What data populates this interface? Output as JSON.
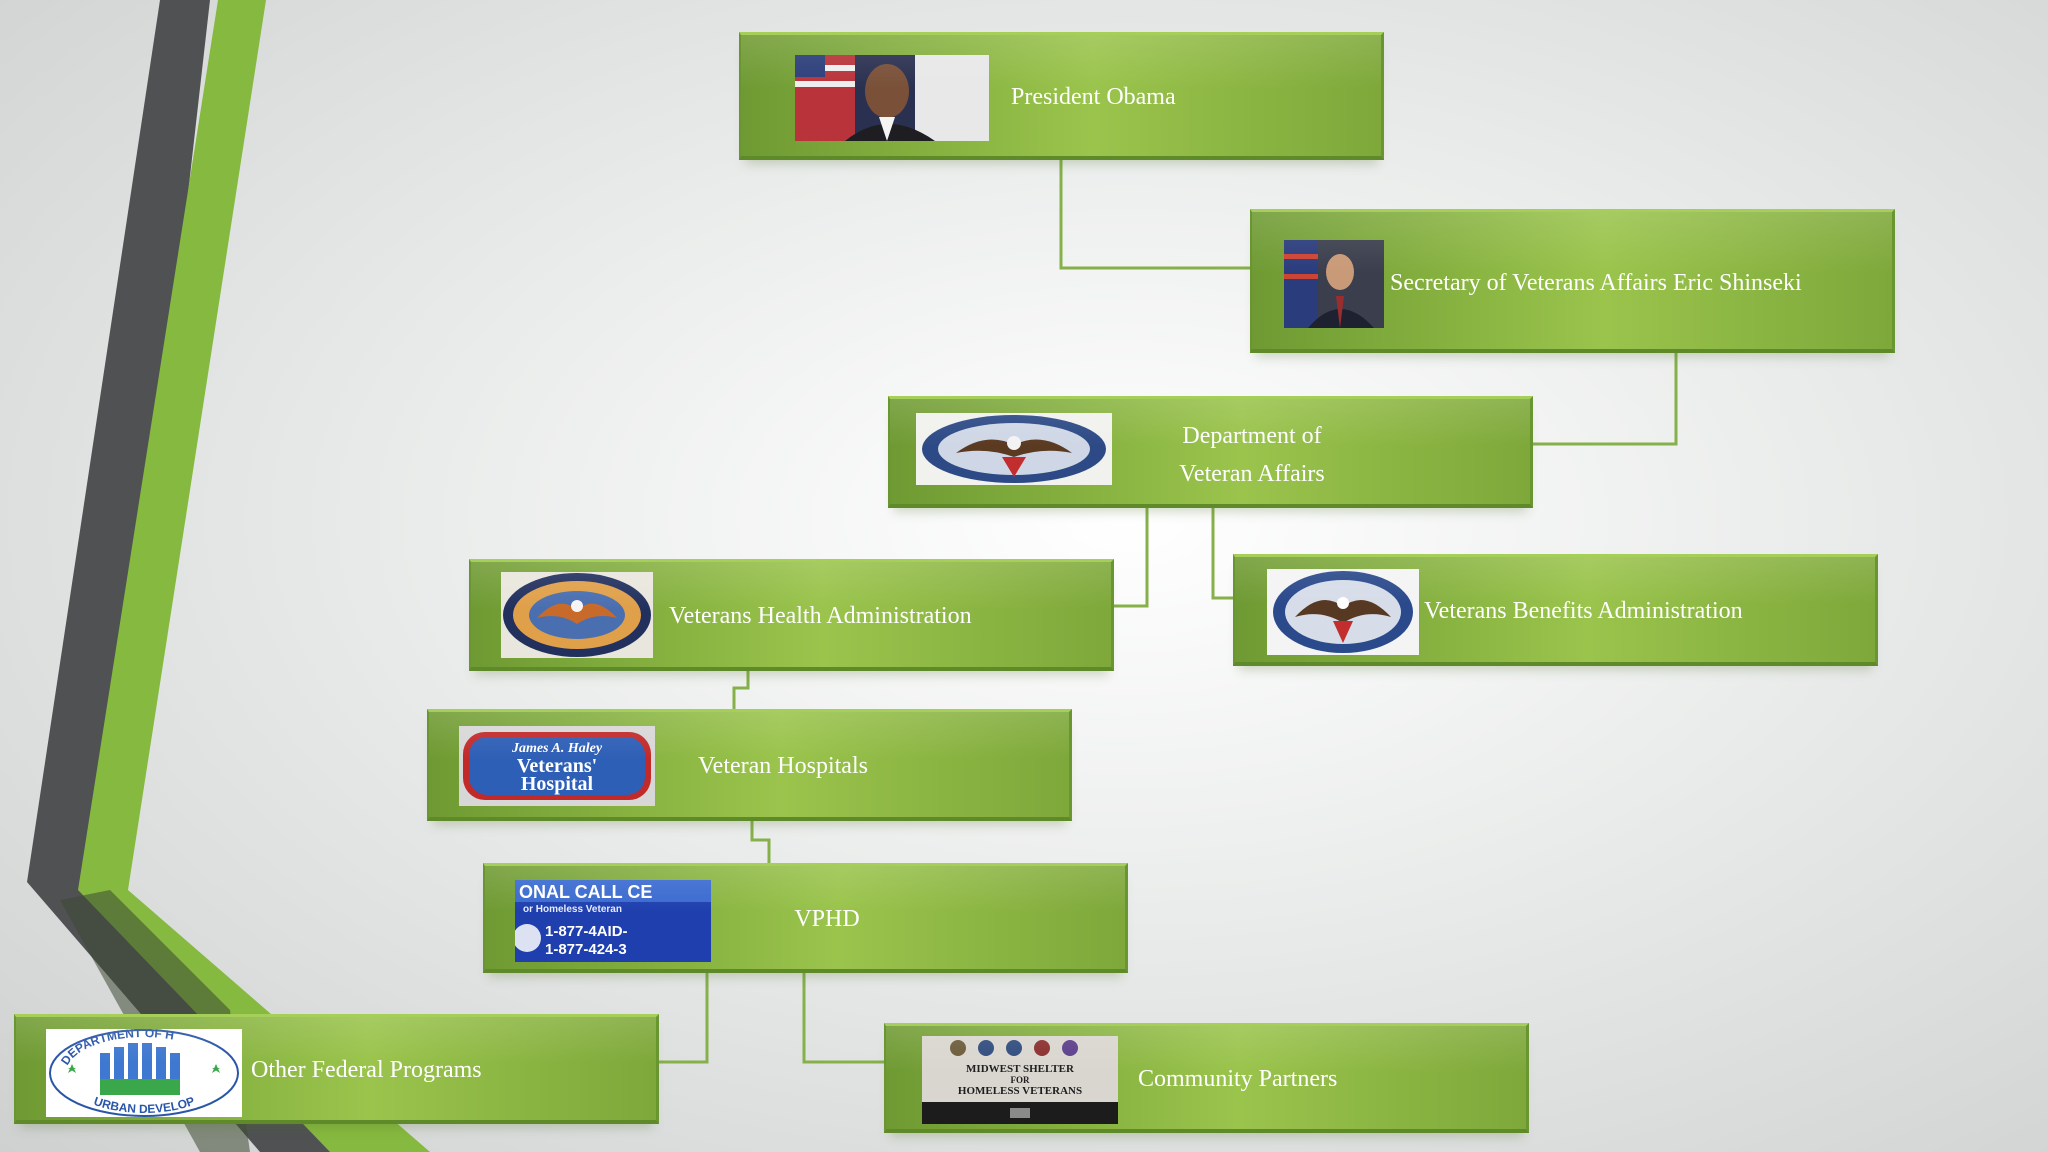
{
  "diagram": {
    "nodes": {
      "president": {
        "label": "President Obama",
        "image": "portrait-photo"
      },
      "secretary": {
        "label": "Secretary of Veterans Affairs Eric Shinseki",
        "image": "portrait-photo"
      },
      "department": {
        "label_line1": "Department of",
        "label_line2": "Veteran Affairs",
        "image": "va-seal-logo"
      },
      "vha": {
        "label": "Veterans Health Administration",
        "image": "vha-seal-logo"
      },
      "vba": {
        "label": "Veterans Benefits Administration",
        "image": "va-seal-logo"
      },
      "hospitals": {
        "label": "Veteran Hospitals",
        "image": "hospital-sign-logo"
      },
      "vphd": {
        "label": "VPHD",
        "image": "call-center-banner"
      },
      "federal": {
        "label": "Other Federal Programs",
        "image": "hud-seal-logo"
      },
      "community": {
        "label": "Community Partners",
        "image": "shelter-sign-photo"
      }
    },
    "images": {
      "hospital_sign": {
        "line1": "James A. Haley",
        "line2": "Veterans'",
        "line3": "Hospital"
      },
      "call_center": {
        "line1": "ONAL CALL CE",
        "line2": "or Homeless Veteran",
        "line3": "1-877-4AID-",
        "line4": "1-877-424-3"
      },
      "hud_seal": {
        "ring_top": "DEPARTMENT OF H",
        "ring_bottom": "URBAN DEVELOP"
      },
      "shelter_sign": {
        "line1": "MIDWEST SHELTER",
        "line2": "FOR",
        "line3": "HOMELESS VETERANS"
      }
    },
    "colors": {
      "node_fill": "#8ab542",
      "connector": "#86b04a",
      "deco_dark": "#4a4c4e",
      "deco_green": "#7fb339"
    }
  }
}
